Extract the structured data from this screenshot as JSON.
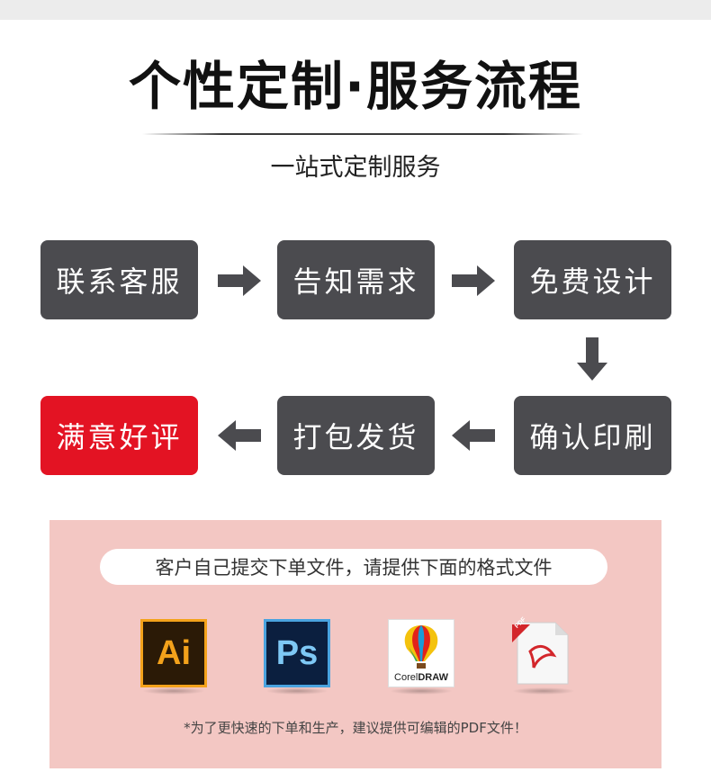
{
  "header": {
    "title": "个性定制·服务流程",
    "subtitle": "一站式定制服务"
  },
  "steps": [
    {
      "label": "联系客服"
    },
    {
      "label": "告知需求"
    },
    {
      "label": "免费设计"
    },
    {
      "label": "确认印刷"
    },
    {
      "label": "打包发货"
    },
    {
      "label": "满意好评"
    }
  ],
  "colors": {
    "step_bg": "#4b4b4f",
    "final_step_bg": "#e31323",
    "panel_bg": "#f3c7c3",
    "arrow": "#4b4b4f"
  },
  "formats": {
    "instruction": "客户自己提交下单文件，请提供下面的格式文件",
    "icons": [
      {
        "name": "illustrator-icon",
        "text": "Ai"
      },
      {
        "name": "photoshop-icon",
        "text": "Ps"
      },
      {
        "name": "coreldraw-icon",
        "text_regular": "Corel",
        "text_bold": "DRAW"
      },
      {
        "name": "pdf-icon",
        "text": "PDF"
      }
    ],
    "note": "*为了更快速的下单和生产，建议提供可编辑的PDF文件！"
  }
}
